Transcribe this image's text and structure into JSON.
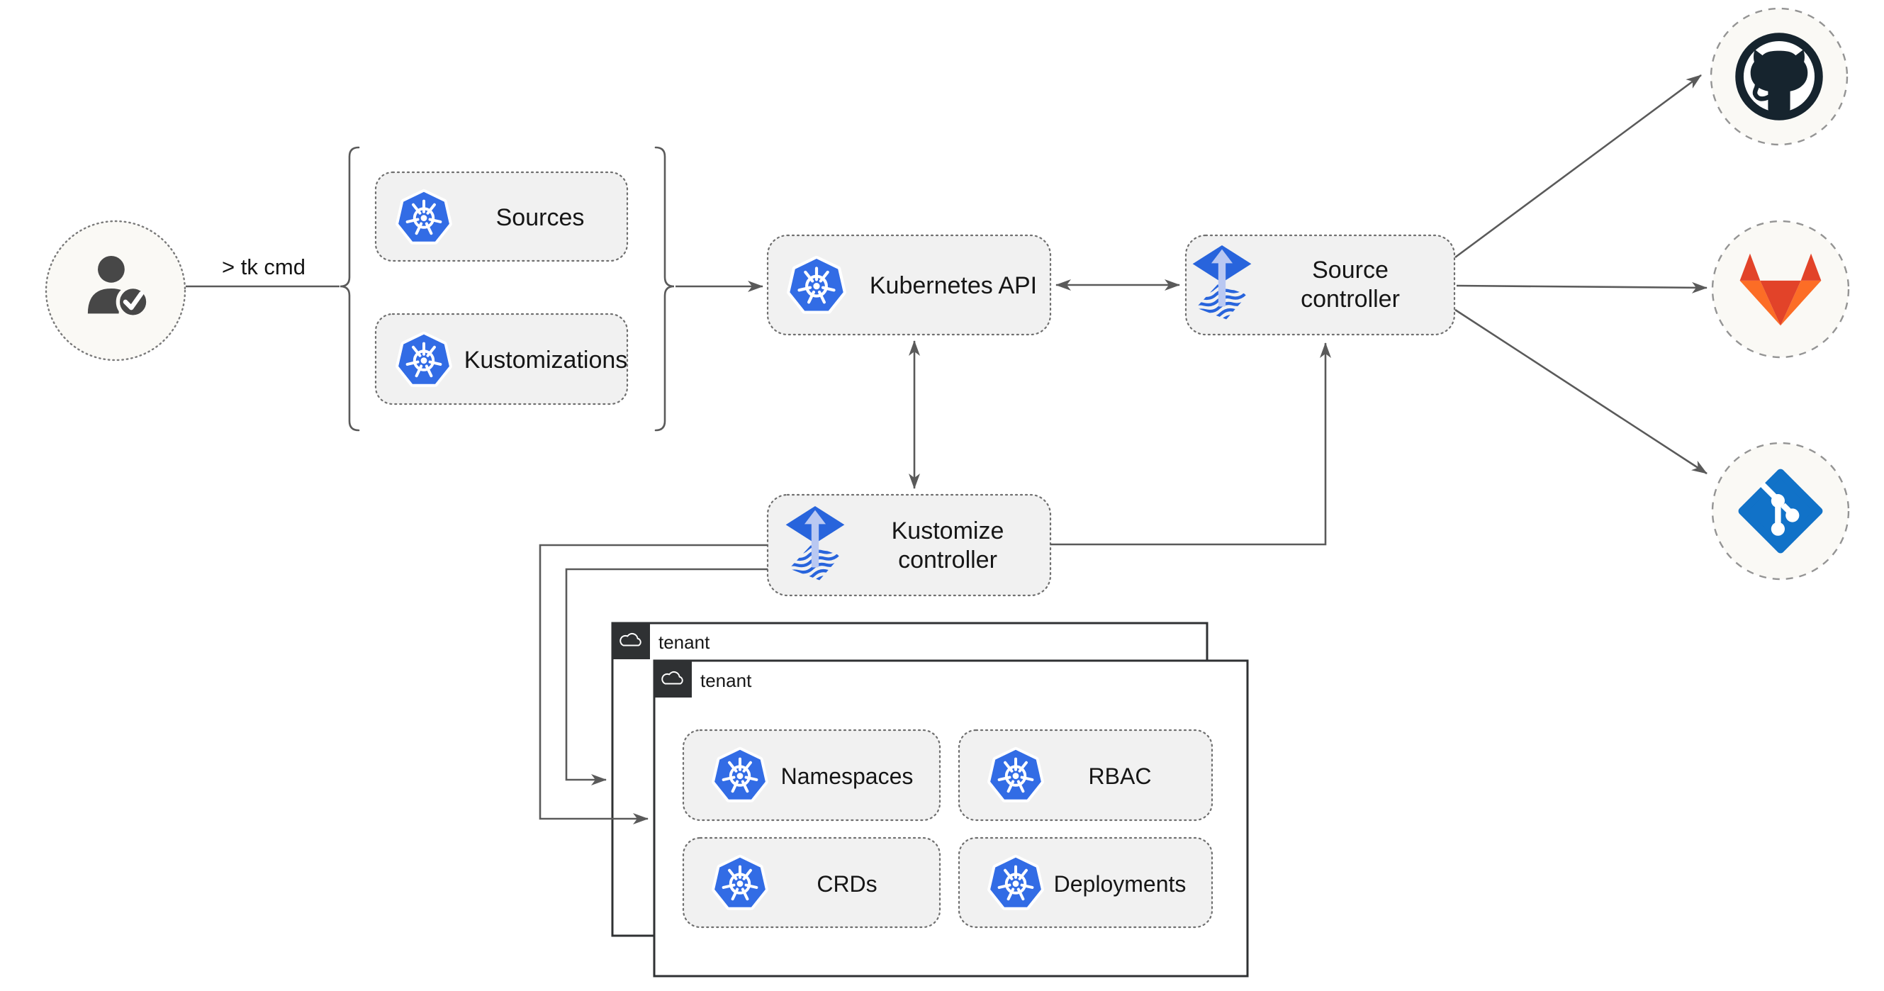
{
  "diagram": {
    "user": {
      "cli_label": "> tk cmd"
    },
    "group_items": [
      {
        "label": "Sources"
      },
      {
        "label": "Kustomizations"
      }
    ],
    "nodes": {
      "kubernetes_api": {
        "label": "Kubernetes API"
      },
      "source_controller": {
        "label_line1": "Source",
        "label_line2": "controller"
      },
      "kustomize_controller": {
        "label_line1": "Kustomize",
        "label_line2": "controller"
      }
    },
    "remotes": [
      {
        "icon": "github-icon"
      },
      {
        "icon": "gitlab-icon"
      },
      {
        "icon": "git-icon"
      }
    ],
    "tenants": [
      {
        "label": "tenant"
      },
      {
        "label": "tenant"
      }
    ],
    "tenant_resources": [
      {
        "label": "Namespaces"
      },
      {
        "label": "RBAC"
      },
      {
        "label": "CRDs"
      },
      {
        "label": "Deployments"
      }
    ]
  },
  "colors": {
    "canvas_bg": "#ffffff",
    "node_fill": "#f1f1f1",
    "dotted_border": "#6f6f6f",
    "line_gray": "#5a5a5a",
    "text_dark": "#161616",
    "tenant_dark": "#2f3133",
    "circle_fill": "#faf9f5",
    "k8s_blue": "#326ce5",
    "flux_blue": "#2864dc",
    "flux_arrow": "#b9c8f2",
    "github_dark": "#16242e",
    "gitlab_red": "#e24329",
    "gitlab_orange": "#fc6d26",
    "git_blue": "#1172c8"
  }
}
